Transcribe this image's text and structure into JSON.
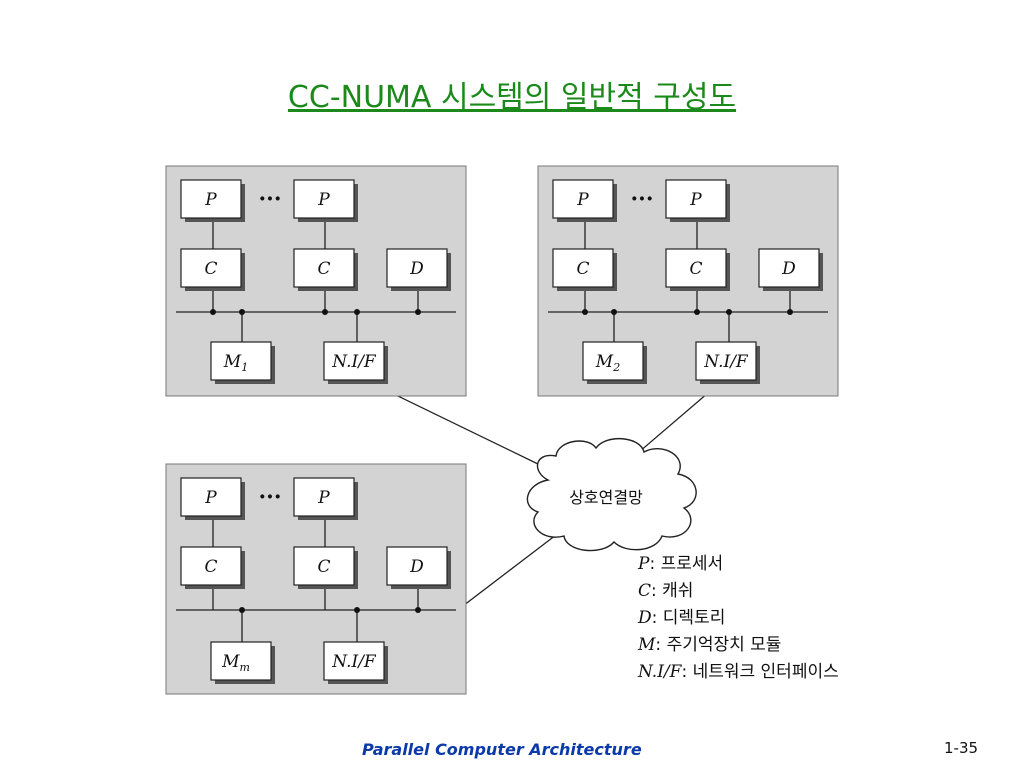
{
  "title": "CC-NUMA 시스템의 일반적 구성도",
  "nodes": [
    {
      "p": "P",
      "ellipsis": "···",
      "c": "C",
      "d": "D",
      "m": "M",
      "m_sub": "1",
      "ni": "N.I/F"
    },
    {
      "p": "P",
      "ellipsis": "···",
      "c": "C",
      "d": "D",
      "m": "M",
      "m_sub": "2",
      "ni": "N.I/F"
    },
    {
      "p": "P",
      "ellipsis": "···",
      "c": "C",
      "d": "D",
      "m": "M",
      "m_sub": "m",
      "ni": "N.I/F"
    }
  ],
  "network_label": "상호연결망",
  "legend": [
    {
      "key": "P",
      "desc": "프로세서"
    },
    {
      "key": "C",
      "desc": "캐쉬"
    },
    {
      "key": "D",
      "desc": "디렉토리"
    },
    {
      "key": "M",
      "desc": "주기억장치 모듈"
    },
    {
      "key": "N.I/F",
      "desc": "네트워크 인터페이스"
    }
  ],
  "footer": "Parallel Computer Architecture",
  "page_number": "1-35"
}
